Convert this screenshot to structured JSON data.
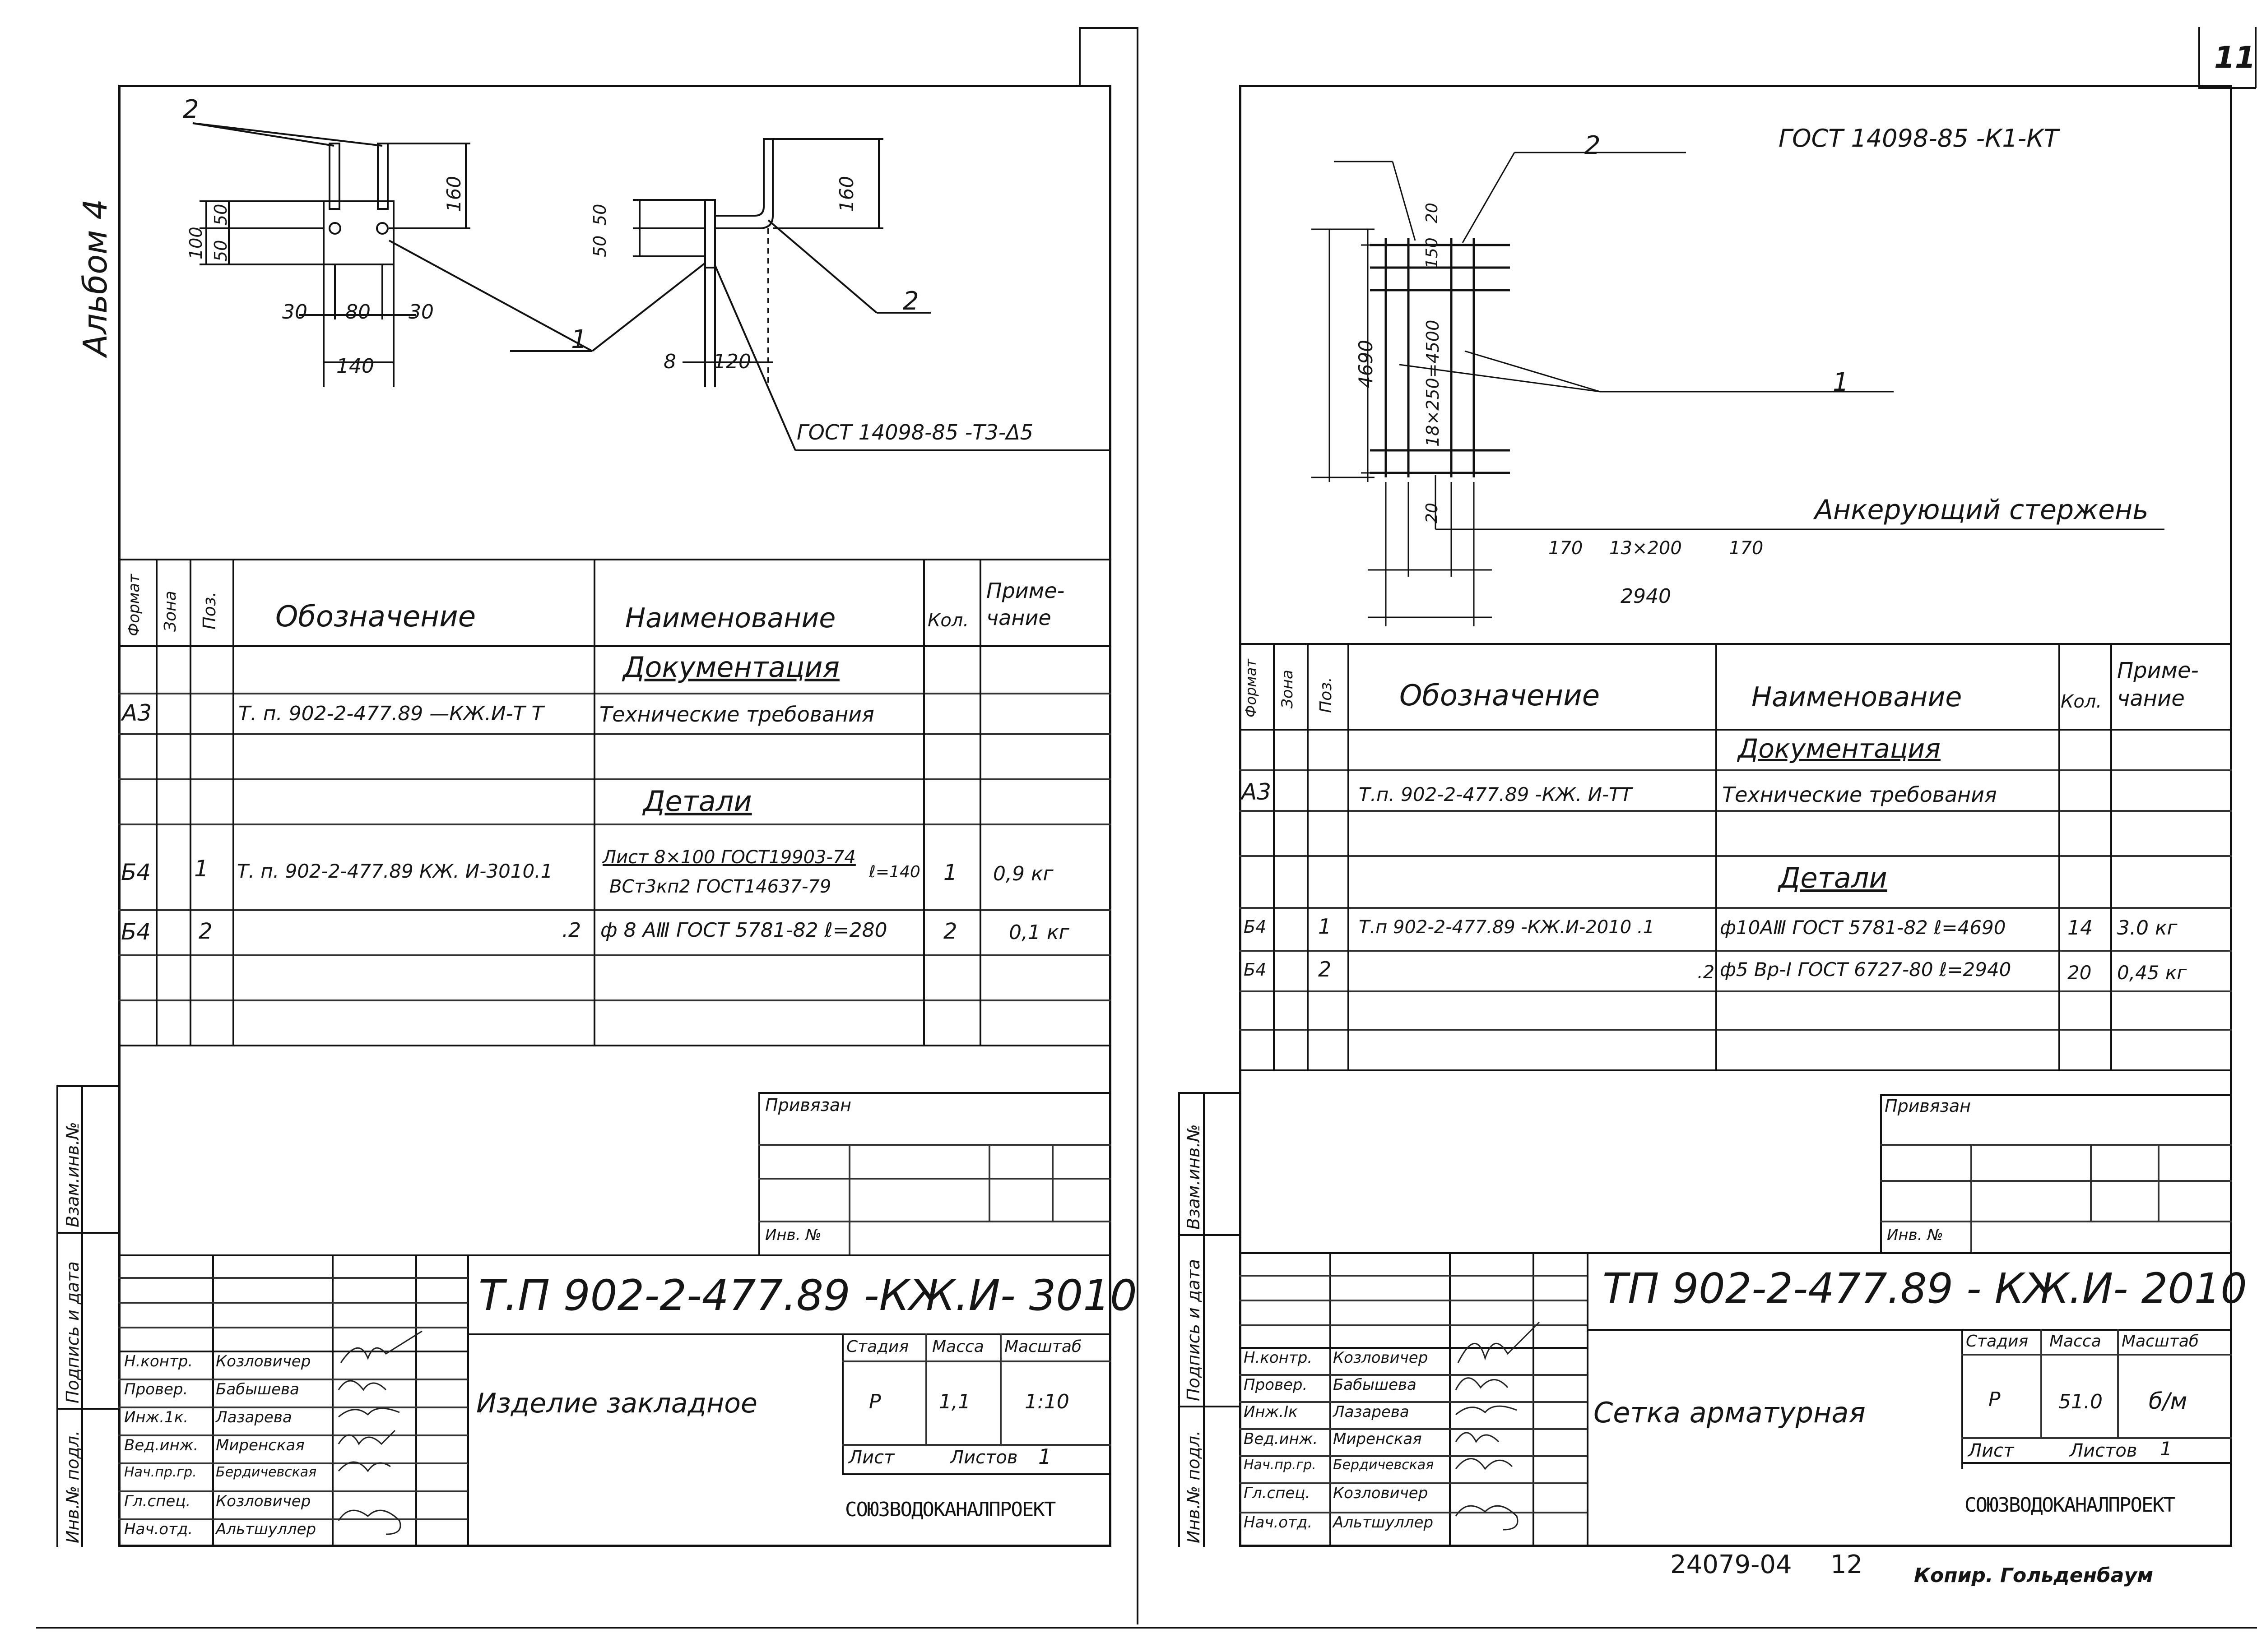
{
  "page_number": "11",
  "album_label": "Альбом 4",
  "left": {
    "drawing": {
      "dims_a": [
        "2",
        "100",
        "50",
        "50",
        "160",
        "30",
        "80",
        "30",
        "140",
        "1"
      ],
      "dims_b": [
        "50",
        "50",
        "160",
        "2",
        "8",
        "120"
      ],
      "weld_note": "ГОСТ 14098-85 -Т3-Δ5"
    },
    "spec": {
      "headers": {
        "format": "Формат",
        "zone": "Зона",
        "pos": "Поз.",
        "designation": "Обозначение",
        "name": "Наименование",
        "qty": "Кол.",
        "note": "Приме-\nчание"
      },
      "section_docs": "Документация",
      "doc_row": {
        "format": "А3",
        "designation": "Т. п. 902-2-477.89 —КЖ.И-Т Т",
        "name": "Технические требования"
      },
      "section_parts": "Детали",
      "rows": [
        {
          "format": "Б4",
          "pos": "1",
          "designation": "Т. п. 902-2-477.89 КЖ. И-3010.1",
          "name_1": "Лист 8×100 ГОСТ19903-74",
          "name_2": "ВСт3кп2 ГОСТ14637-79",
          "length": "ℓ=140",
          "qty": "1",
          "note": "0,9 кг"
        },
        {
          "format": "Б4",
          "pos": "2",
          "designation": ".2",
          "name_1": "ф 8 АⅢ ГОСТ 5781-82 ℓ=280",
          "qty": "2",
          "note": "0,1 кг"
        }
      ]
    },
    "stamp": {
      "attached": "Привязан",
      "inv_no": "Инв. №",
      "code": "Т.П 902-2-477.89  -КЖ.И- 3010",
      "title": "Изделие   закладное",
      "stage_h": "Стадия",
      "mass_h": "Масса",
      "scale_h": "Масштаб",
      "stage": "Р",
      "mass": "1,1",
      "scale": "1:10",
      "sheet_h": "Лист",
      "sheets_h": "Листов",
      "sheets": "1",
      "org": "СОЮЗВОДОКАНАЛПРОЕКТ",
      "roles": [
        "Н.контр.",
        "Провер.",
        "Инж.1к.",
        "Вед.инж.",
        "Нач.пр.гр.",
        "Гл.спец.",
        "Нач.отд."
      ],
      "names": [
        "Козловичер",
        "Бабышева",
        "Лазарева",
        "Миренская",
        "Бердичевская",
        "Козловичер",
        "Альтшуллер"
      ]
    },
    "side_labels": [
      "Взам.инв.№",
      "Подпись и дата",
      "Инв.№ подл."
    ]
  },
  "right": {
    "drawing": {
      "label_2": "2",
      "gost": "ГОСТ 14098-85 -К1-КТ",
      "label_1": "1",
      "dims": [
        "20",
        "150",
        "4690",
        "18×250=4500",
        "20",
        "170",
        "13×200",
        "170",
        "2940"
      ],
      "anchor_label": "Анкерующий стержень"
    },
    "spec": {
      "headers": {
        "format": "Формат",
        "zone": "Зона",
        "pos": "Поз.",
        "designation": "Обозначение",
        "name": "Наименование",
        "qty": "Кол.",
        "note": "Приме-\nчание"
      },
      "section_docs": "Документация",
      "doc_row": {
        "format": "А3",
        "designation": "Т.п. 902-2-477.89  -КЖ. И-ТТ",
        "name": "Технические требования"
      },
      "section_parts": "Детали",
      "rows": [
        {
          "format": "Б4",
          "pos": "1",
          "designation": "Т.п 902-2-477.89 -КЖ.И-2010 .1",
          "name": "ф10АⅢ ГОСТ 5781-82 ℓ=4690",
          "qty": "14",
          "note": "3.0 кг"
        },
        {
          "format": "Б4",
          "pos": "2",
          "designation": ".2",
          "name": "ф5 Вр-Ⅰ ГОСТ 6727-80 ℓ=2940",
          "qty": "20",
          "note": "0,45 кг"
        }
      ]
    },
    "stamp": {
      "attached": "Привязан",
      "inv_no": "Инв. №",
      "code": "ТП 902-2-477.89  - КЖ.И- 2010",
      "title": "Сетка   арматурная",
      "stage_h": "Стадия",
      "mass_h": "Масса",
      "scale_h": "Масштаб",
      "stage": "Р",
      "mass": "51.0",
      "scale": "б/м",
      "sheet_h": "Лист",
      "sheets_h": "Листов",
      "sheets": "1",
      "org": "СОЮЗВОДОКАНАЛПРОЕКТ",
      "roles": [
        "Н.контр.",
        "Провер.",
        "Инж.Ⅰк",
        "Вед.инж.",
        "Нач.пр.гр.",
        "Гл.спец.",
        "Нач.отд."
      ],
      "names": [
        "Козловичер",
        "Бабышева",
        "Лазарева",
        "Миренская",
        "Бердичевская",
        "Козловичер",
        "Альтшуллер"
      ]
    },
    "side_labels": [
      "Взам.инв.№",
      "Подпись и дата",
      "Инв.№ подл."
    ]
  },
  "footer": {
    "number": "24079-04",
    "page": "12",
    "copied_by": "Копир. Гольденбаум"
  }
}
